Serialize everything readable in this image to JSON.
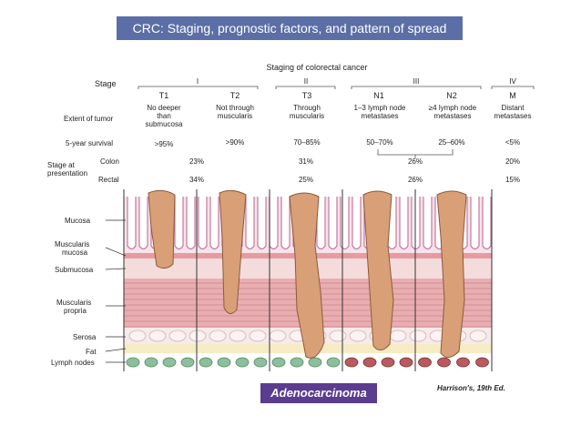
{
  "title": "CRC: Staging, prognostic factors, and pattern of spread",
  "figure_title": "Staging of colorectal cancer",
  "row_labels": {
    "stage": "Stage",
    "extent": "Extent of tumor",
    "survival": "5-year survival",
    "presentation_line1": "Stage at",
    "presentation_line2": "presentation",
    "colon": "Colon",
    "rectal": "Rectal"
  },
  "stages": [
    {
      "roman": "I",
      "sub": [
        "T1",
        "T2"
      ]
    },
    {
      "roman": "II",
      "sub": [
        "T3"
      ]
    },
    {
      "roman": "III",
      "sub": [
        "N1",
        "N2"
      ]
    },
    {
      "roman": "IV",
      "sub": [
        "M"
      ]
    }
  ],
  "extent_of_tumor": [
    [
      "No deeper",
      "than",
      "submucosa"
    ],
    [
      "Not through",
      "muscularis"
    ],
    [
      "Through",
      "muscularis"
    ],
    [
      "1–3 lymph node",
      "metastases"
    ],
    [
      "≥4 lymph node",
      "metastases"
    ],
    [
      "Distant",
      "metastases"
    ]
  ],
  "survival": [
    ">95%",
    ">90%",
    "70–85%",
    "50–70%",
    "25–60%",
    "<5%"
  ],
  "colon": [
    "23%",
    "31%",
    "26%",
    "20%"
  ],
  "rectal": [
    "34%",
    "25%",
    "26%",
    "15%"
  ],
  "layers": {
    "mucosa": "Mucosa",
    "muscularis_mucosa_1": "Muscularis",
    "muscularis_mucosa_2": "mucosa",
    "submucosa": "Submucosa",
    "muscularis_propria_1": "Muscularis",
    "muscularis_propria_2": "propria",
    "serosa": "Serosa",
    "fat": "Fat",
    "lymph_nodes": "Lymph nodes"
  },
  "badge": "Adenocarcinoma",
  "credit": "Harrison's, 19th Ed.",
  "colors": {
    "banner": "#5b6fa6",
    "badge": "#5b3d8f",
    "tumor": "#d9a077",
    "muscle": "#e4a3a7",
    "submucosa": "#f5dcdc",
    "fat": "#f6ecc4",
    "node_normal": "#8dbf9c",
    "node_metastatic": "#b85a5e"
  }
}
